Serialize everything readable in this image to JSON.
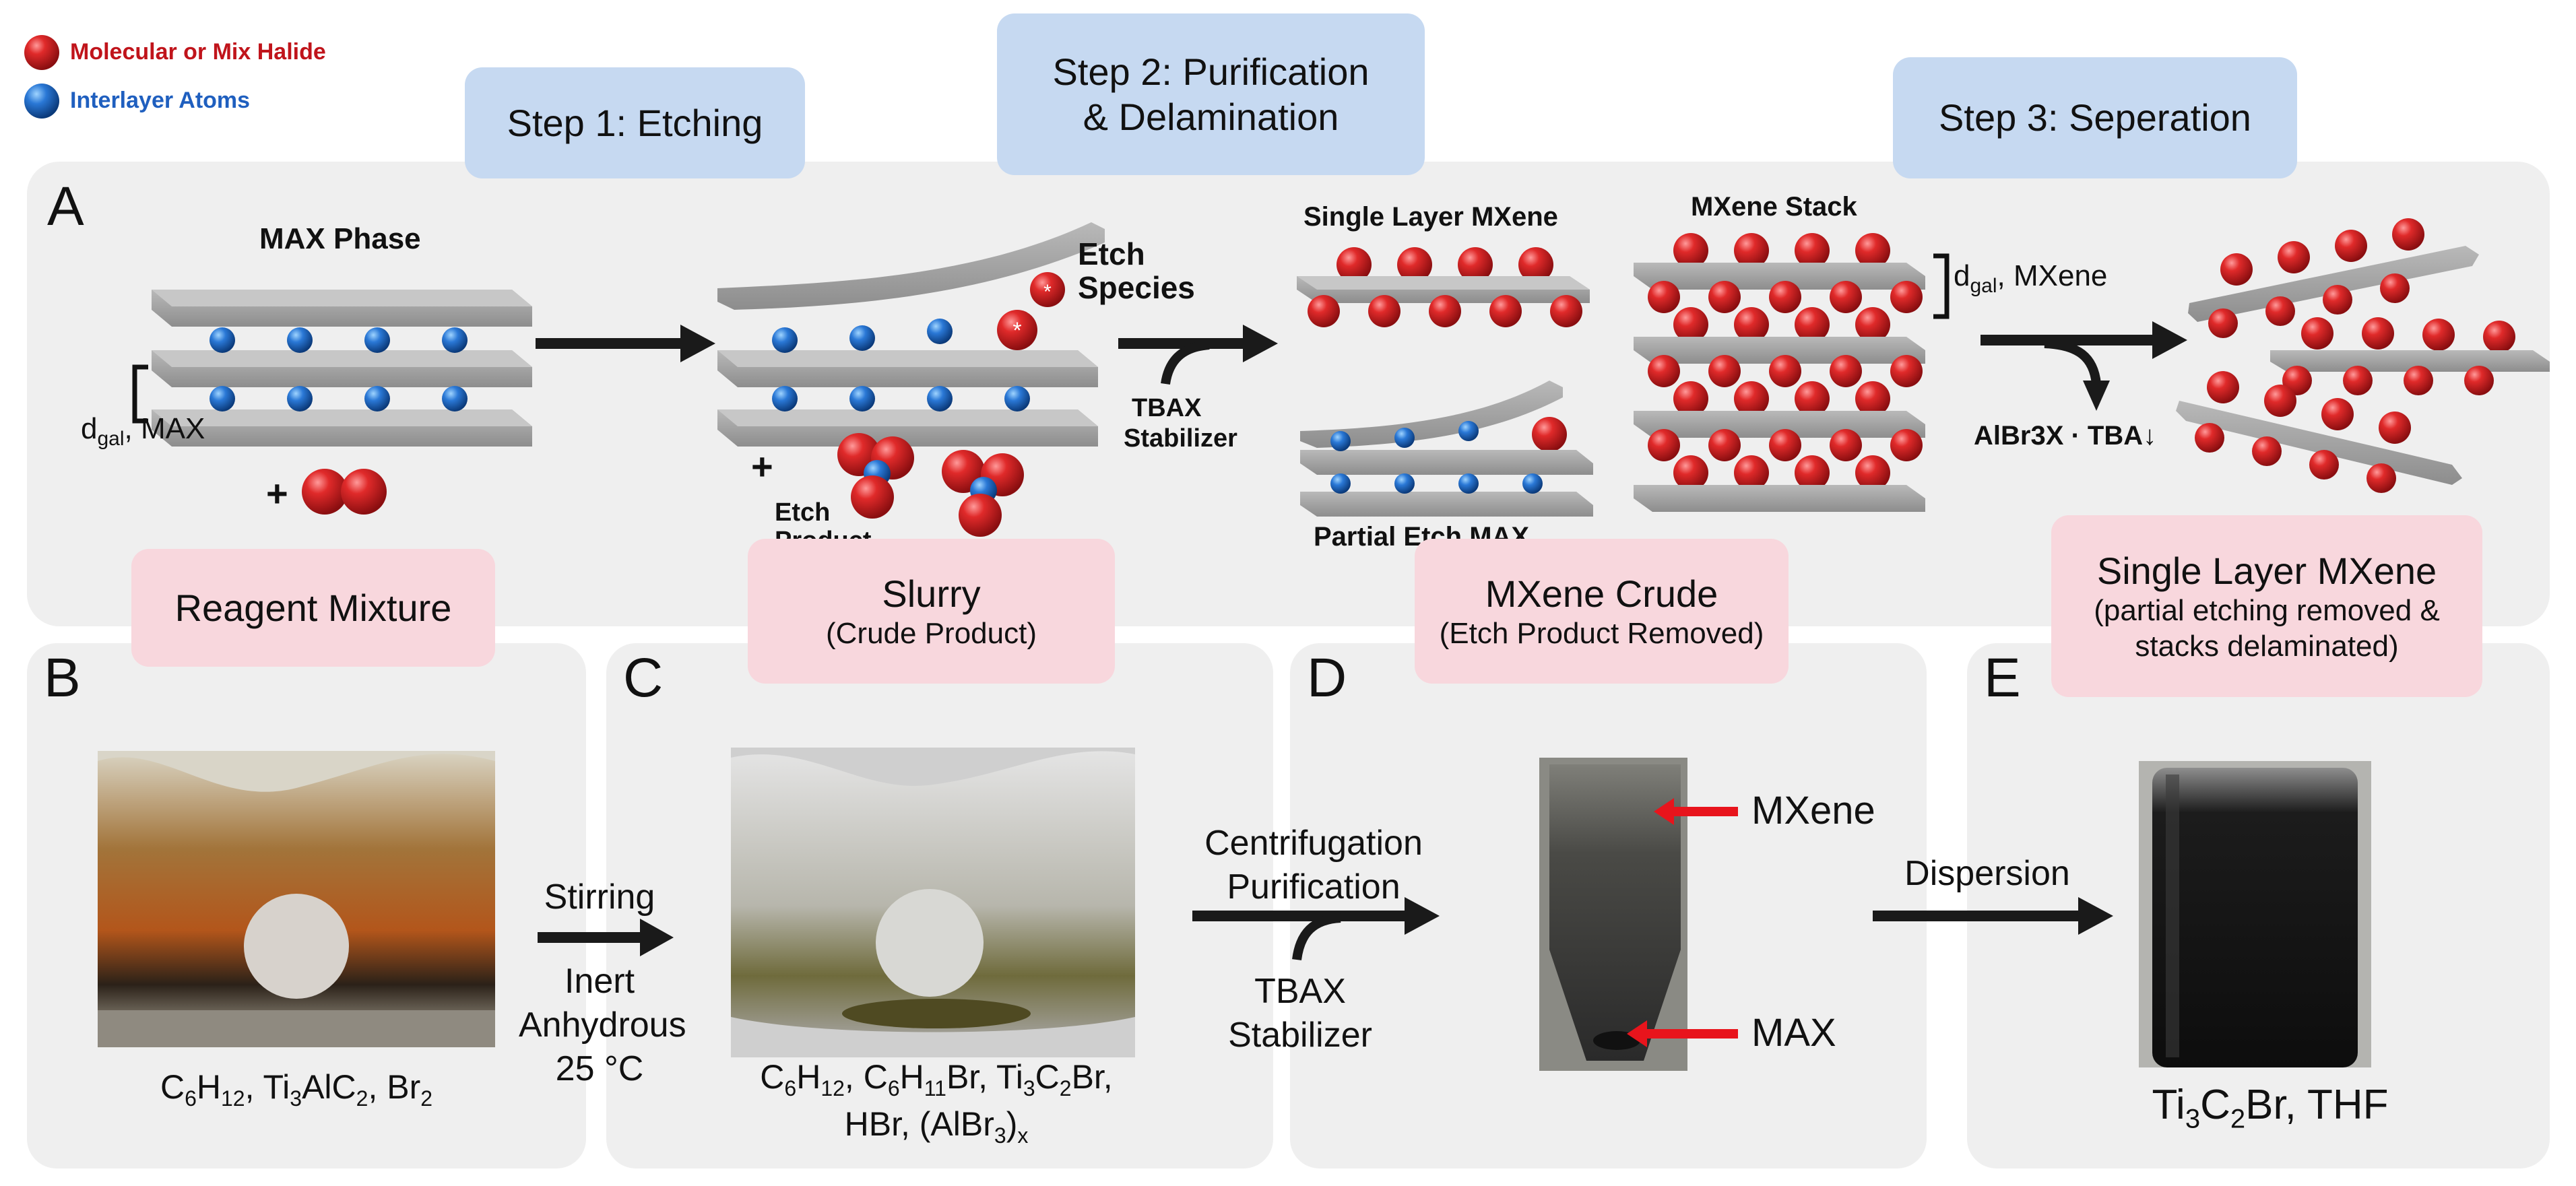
{
  "legend": {
    "halide": "Molecular or Mix Halide",
    "interlayer": "Interlayer Atoms"
  },
  "steps": {
    "step1": "Step 1: Etching",
    "step2_line1": "Step 2: Purification",
    "step2_line2": "& Delamination",
    "step3": "Step 3: Seperation"
  },
  "panel_a": {
    "letter": "A",
    "max_phase": "MAX Phase",
    "dgal_max": "d",
    "dgal_max_sub": "gal",
    "dgal_max_suffix": ", MAX",
    "etch_species_1": "Etch",
    "etch_species_2": "Species",
    "etch_product_1": "Etch",
    "etch_product_2": "Product",
    "tbax_1": "TBAX",
    "tbax_2": "Stabilizer",
    "single_layer": "Single Layer MXene",
    "partial_etch": "Partial Etch MAX",
    "mxene_stack": "MXene Stack",
    "dgal_mx": "d",
    "dgal_mx_sub": "gal",
    "dgal_mx_suffix": ", MXene",
    "albr": "AlBr3X · TBA↓"
  },
  "stages": {
    "reagent": "Reagent Mixture",
    "slurry": "Slurry",
    "slurry_sub": "(Crude Product)",
    "crude": "MXene Crude",
    "crude_sub": "(Etch Product Removed)",
    "single": "Single Layer MXene",
    "single_sub1": "(partial etching removed &",
    "single_sub2": "stacks delaminated)"
  },
  "panels": {
    "b": "B",
    "c": "C",
    "d": "D",
    "e": "E"
  },
  "chem": {
    "b_c6h": "C",
    "b_6": "6",
    "b_h": "H",
    "b_12": "12",
    "b_rest1": ", Ti",
    "b_3": "3",
    "b_alc": "AlC",
    "b_2": "2",
    "b_br": ", Br",
    "b_2b": "2",
    "c_line1_a": "C",
    "c_6": "6",
    "c_h": "H",
    "c_12": "12",
    "c_b": ", C",
    "c_6b": "6",
    "c_hb": "H",
    "c_11": "11",
    "c_br": "Br, Ti",
    "c_3": "3",
    "c_c": "C",
    "c_2": "2",
    "c_br2": "Br,",
    "c_line2_a": "HBr, (AlBr",
    "c_3b": "3",
    "c_line2_b": ")",
    "c_x": "x",
    "e_ti": "Ti",
    "e_3": "3",
    "e_c": "C",
    "e_2": "2",
    "e_rest": "Br, THF"
  },
  "process": {
    "stirring": "Stirring",
    "inert": "Inert",
    "anhydrous": "Anhydrous",
    "temp": "25 °C",
    "centrifugation": "Centrifugation",
    "purification": "Purification",
    "tbax": "TBAX",
    "stabilizer": "Stabilizer",
    "dispersion": "Dispersion"
  },
  "photo_labels": {
    "mxene": "MXene",
    "max": "MAX"
  },
  "colors": {
    "red_atom": "#d21f26",
    "blue_atom": "#1f5fbf",
    "plate": "#9c9c9c",
    "panel_bg": "#efefef",
    "step_bg": "#c6d9f1",
    "stage_bg": "#f8d7dd",
    "arrow": "#1a1a1a",
    "red_arrow": "#e8141c"
  }
}
